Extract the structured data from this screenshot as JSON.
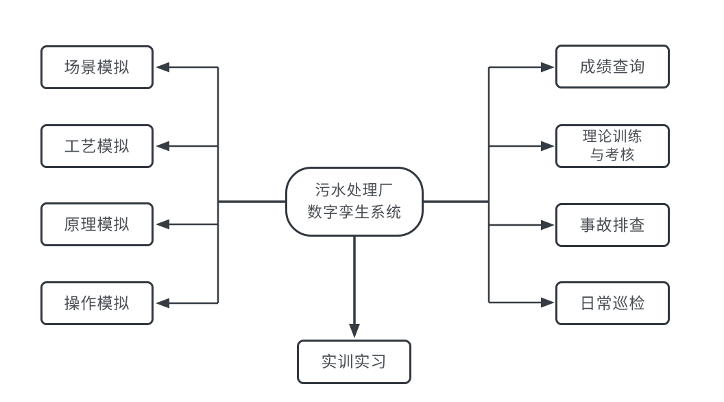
{
  "diagram": {
    "center_node": {
      "line1": "污水处理厂",
      "line2": "数字孪生系统"
    },
    "left_nodes": [
      {
        "label": "场景模拟"
      },
      {
        "label": "工艺模拟"
      },
      {
        "label": "原理模拟"
      },
      {
        "label": "操作模拟"
      }
    ],
    "right_nodes": [
      {
        "label": "成绩查询"
      },
      {
        "label": "理论训练",
        "label2": "与考核"
      },
      {
        "label": "事故排查"
      },
      {
        "label": "日常巡检"
      }
    ],
    "bottom_node": {
      "label": "实训实习"
    },
    "colors": {
      "line": "#363c43",
      "node_border": "#31373f",
      "text": "#4a4f55",
      "background": "#ffffff"
    }
  }
}
